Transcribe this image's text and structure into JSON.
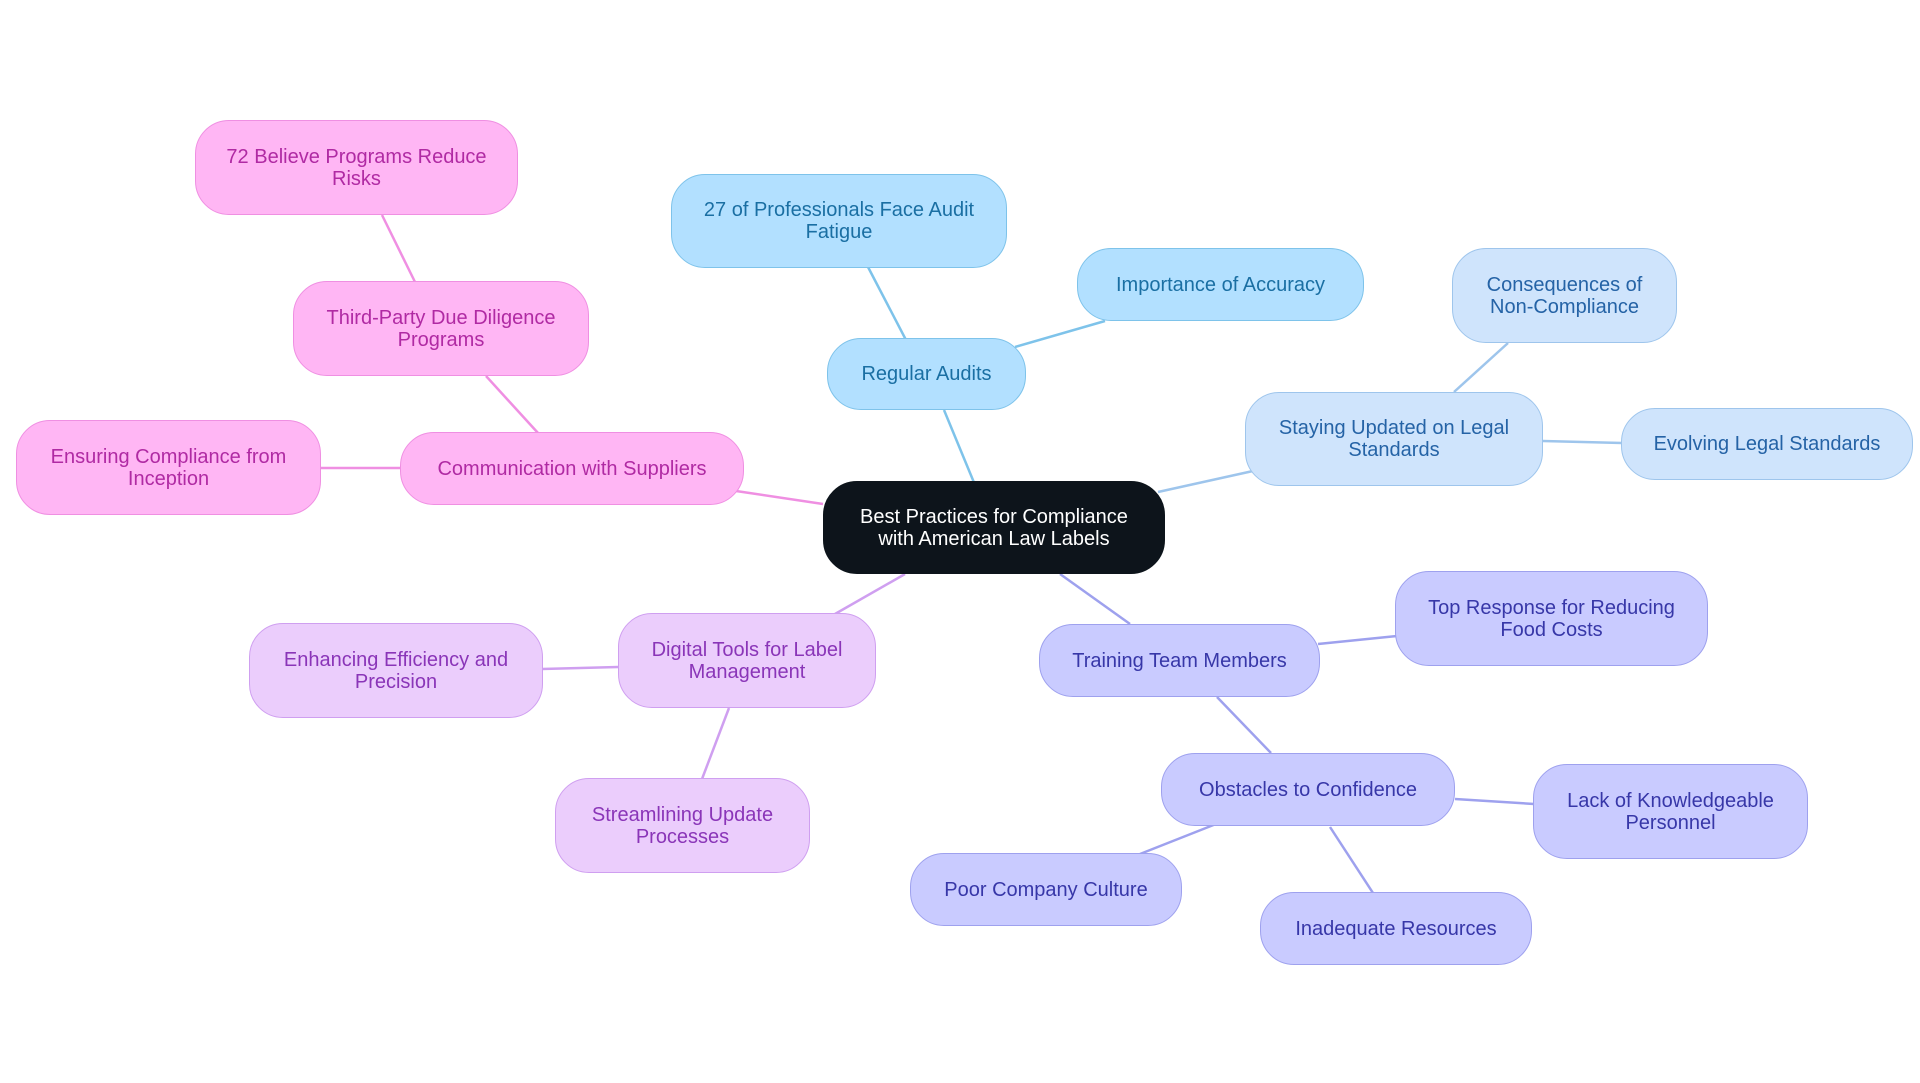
{
  "diagram": {
    "root": "Best Practices for Compliance with American Law Labels",
    "branches": {
      "regular_audits": {
        "label": "Regular Audits",
        "children": [
          "27 of Professionals Face Audit Fatigue",
          "Importance of Accuracy"
        ]
      },
      "legal_standards": {
        "label": "Staying Updated on Legal Standards",
        "children": [
          "Consequences of Non-Compliance",
          "Evolving Legal Standards"
        ]
      },
      "training": {
        "label": "Training Team Members",
        "children": [
          "Top Response for Reducing Food Costs"
        ],
        "obstacles": {
          "label": "Obstacles to Confidence",
          "children": [
            "Lack of Knowledgeable Personnel",
            "Inadequate Resources",
            "Poor Company Culture"
          ]
        }
      },
      "digital_tools": {
        "label": "Digital Tools for Label Management",
        "children": [
          "Enhancing Efficiency and Precision",
          "Streamlining Update Processes"
        ]
      },
      "suppliers": {
        "label": "Communication with Suppliers",
        "children": [
          "Ensuring Compliance from Inception"
        ],
        "due_diligence": {
          "label": "Third-Party Due Diligence Programs",
          "children": [
            "72 Believe Programs Reduce Risks"
          ]
        }
      }
    },
    "colors": {
      "root": "#0d141b",
      "regular_audits": "#b2e0ff",
      "legal_standards": "#cfe4fc",
      "training": "#c9cbff",
      "digital_tools": "#ebcdfc",
      "suppliers": "#ffb6f4"
    }
  }
}
